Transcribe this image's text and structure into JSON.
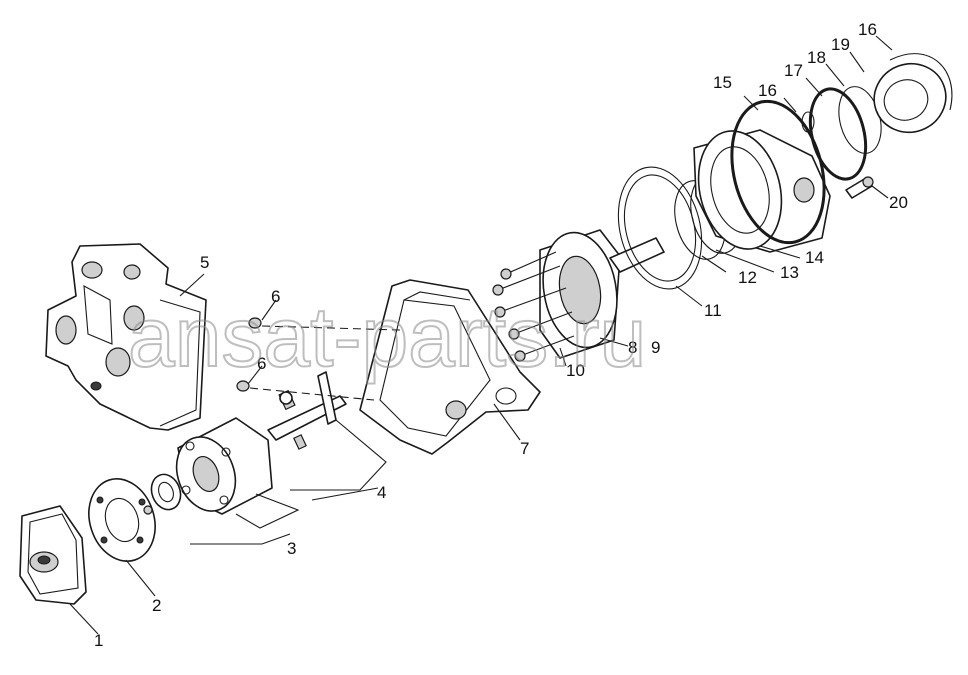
{
  "watermark": "ansat-parts.ru",
  "callouts": [
    "1",
    "2",
    "3",
    "4",
    "5",
    "6",
    "6",
    "7",
    "8",
    "9",
    "10",
    "11",
    "12",
    "13",
    "14",
    "15",
    "16",
    "16",
    "17",
    "18",
    "19",
    "20"
  ]
}
